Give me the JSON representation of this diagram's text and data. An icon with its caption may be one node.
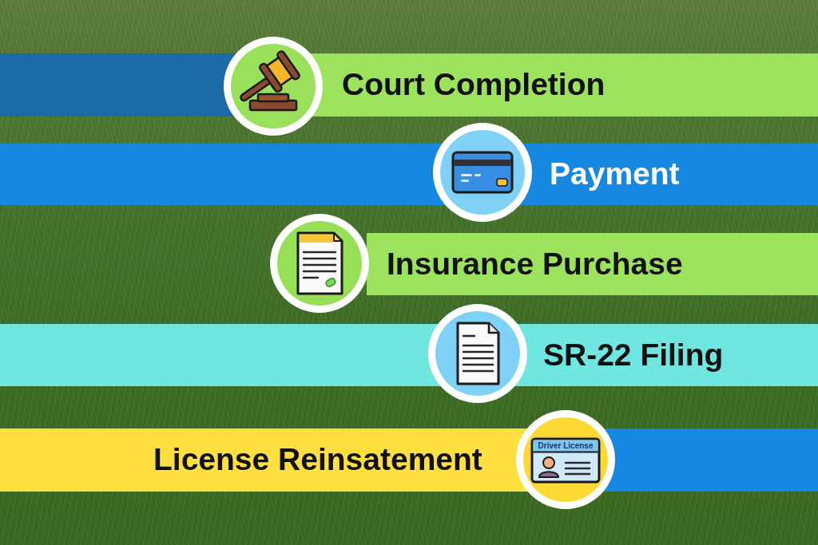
{
  "diagram": {
    "nodes": [
      {
        "text": [
          "Court Completion"
        ]
      },
      {
        "text": [
          "Payment"
        ]
      },
      {
        "text": [
          "Insurance Purchase"
        ]
      },
      {
        "text": [
          "SR-22 Filing"
        ]
      },
      {
        "text": [
          "License Reinsatement"
        ]
      }
    ],
    "labels": [
      "Driver License"
    ]
  }
}
